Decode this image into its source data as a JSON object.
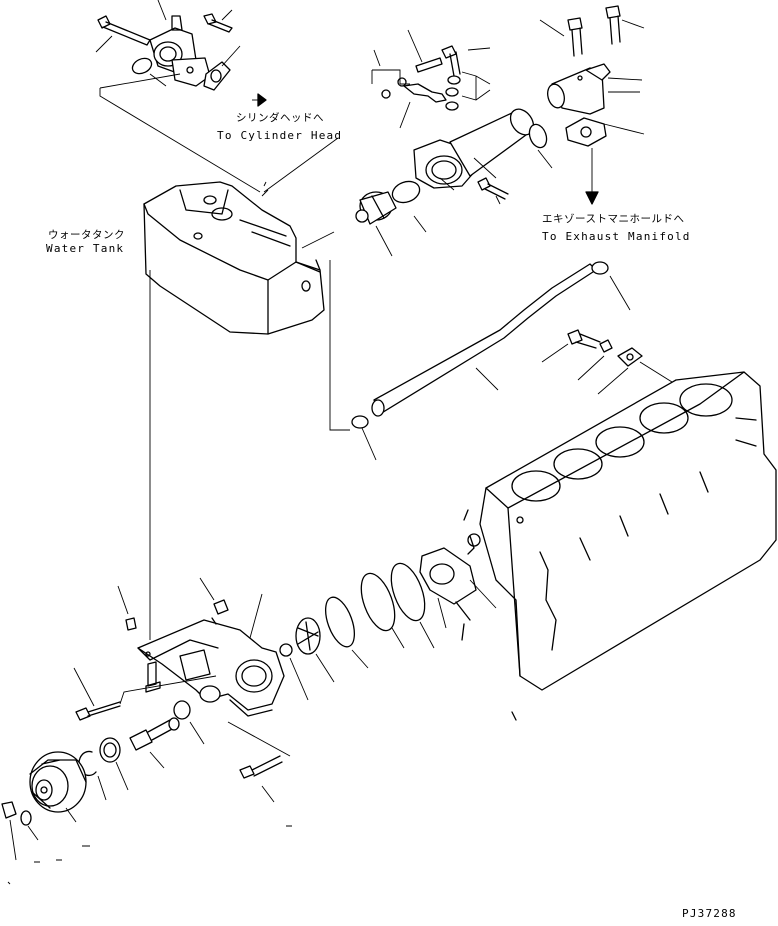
{
  "callouts": {
    "cylinder_head_jp": "シリンダヘッドへ",
    "cylinder_head_en": "To Cylinder Head",
    "water_tank_jp": "ウォータタンク",
    "water_tank_en": "Water Tank",
    "exhaust_manifold_jp": "エキゾーストマニホールドへ",
    "exhaust_manifold_en": "To Exhaust Manifold"
  },
  "drawing_number": "PJ37288"
}
